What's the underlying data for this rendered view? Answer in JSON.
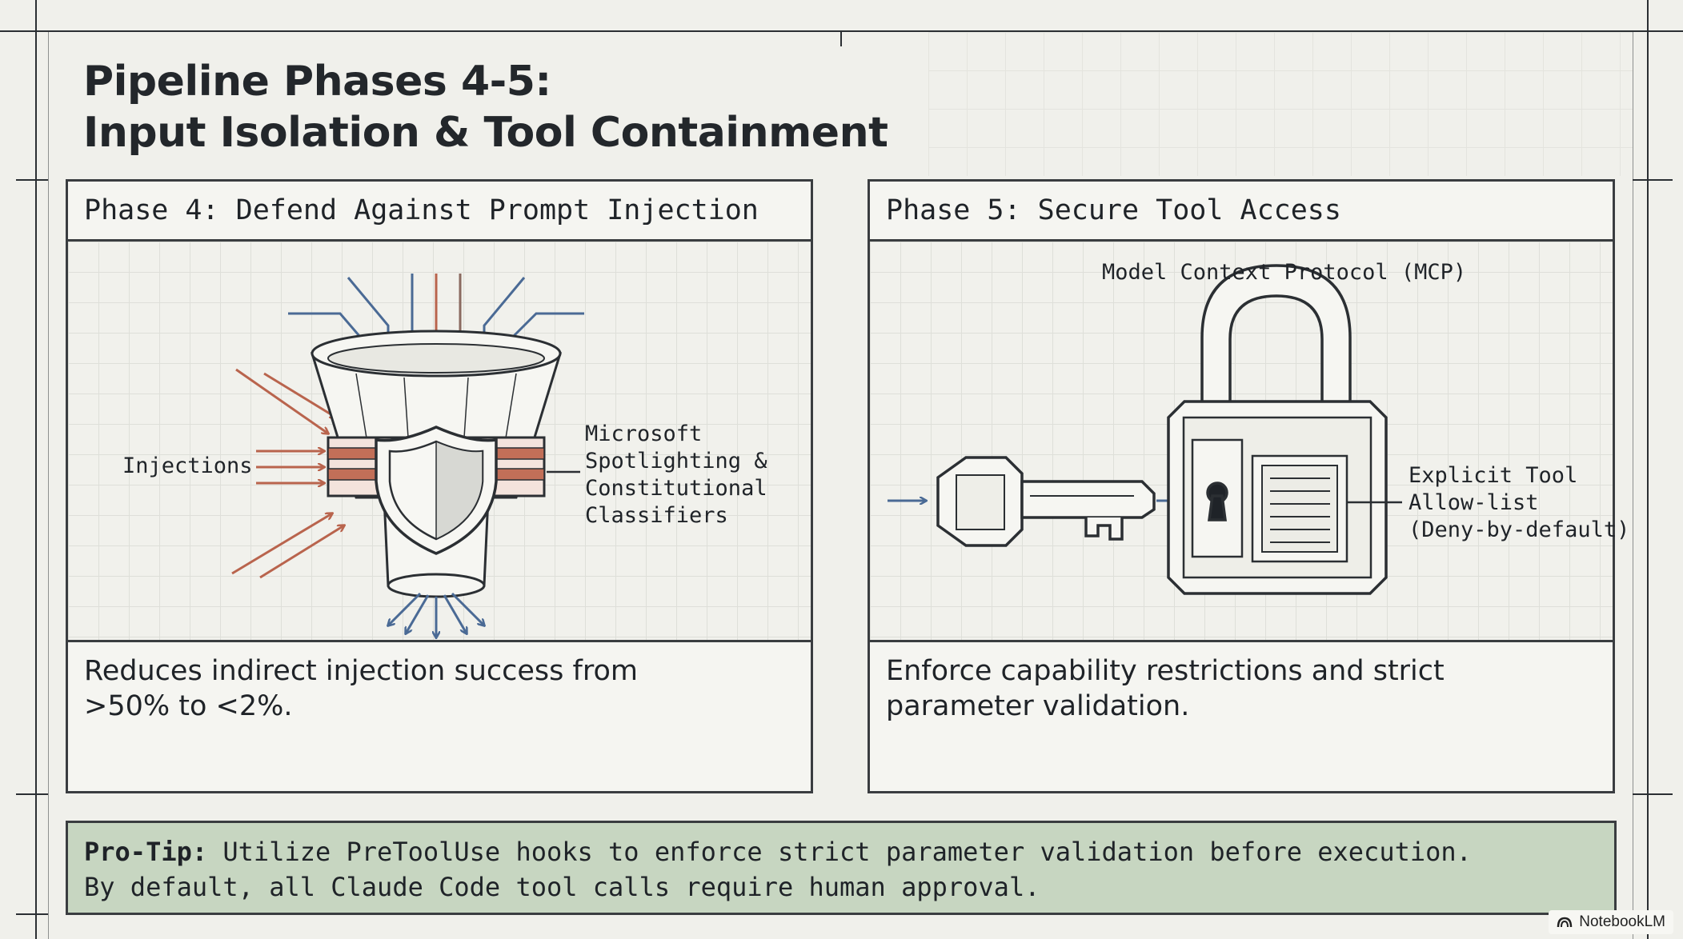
{
  "title": {
    "line1": "Pipeline Phases 4-5:",
    "line2": "Input Isolation & Tool Containment"
  },
  "phase4": {
    "heading": "Phase 4: Defend Against Prompt Injection",
    "label_injections": "Injections",
    "label_classifiers": "Microsoft\nSpotlighting &\nConstitutional\nClassifiers",
    "caption_line1": "Reduces indirect injection success from",
    "caption_line2": ">50% to <2%."
  },
  "phase5": {
    "heading": "Phase 5: Secure Tool Access",
    "label_mcp": "Model Context Protocol (MCP)",
    "label_allowlist": "Explicit Tool\nAllow-list\n(Deny-by-default)",
    "caption_line1": "Enforce capability restrictions and strict",
    "caption_line2": "parameter validation."
  },
  "protip": {
    "label": "Pro-Tip:",
    "line1": "Utilize PreToolUse hooks to enforce strict parameter validation before execution.",
    "line2": "By default, all Claude Code tool calls require human approval."
  },
  "badge": {
    "text": "NotebookLM",
    "icon": "notebooklm-logo-icon"
  },
  "colors": {
    "ink": "#2b2f33",
    "blue_arrow": "#4a6a95",
    "red_arrow": "#b9644d",
    "protip_bg": "#c7d6c1"
  }
}
